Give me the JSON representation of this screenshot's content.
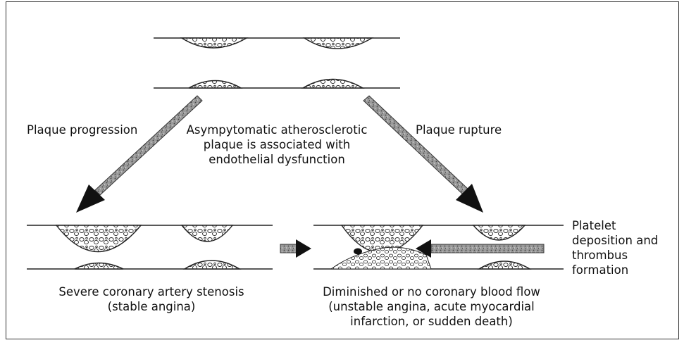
{
  "labels": {
    "progression": "Plaque progression",
    "rupture": "Plaque rupture",
    "top_description": [
      "Asympytomatic atherosclerotic",
      "plaque is associated with",
      "endothelial dysfunction"
    ],
    "platelet": [
      "Platelet",
      "deposition and",
      "thrombus",
      "formation"
    ],
    "stenosis": [
      "Severe coronary artery stenosis",
      "(stable angina)"
    ],
    "diminished": [
      "Diminished or no coronary blood flow",
      "(unstable angina, acute myocardial",
      "infarction, or sudden death)"
    ]
  }
}
